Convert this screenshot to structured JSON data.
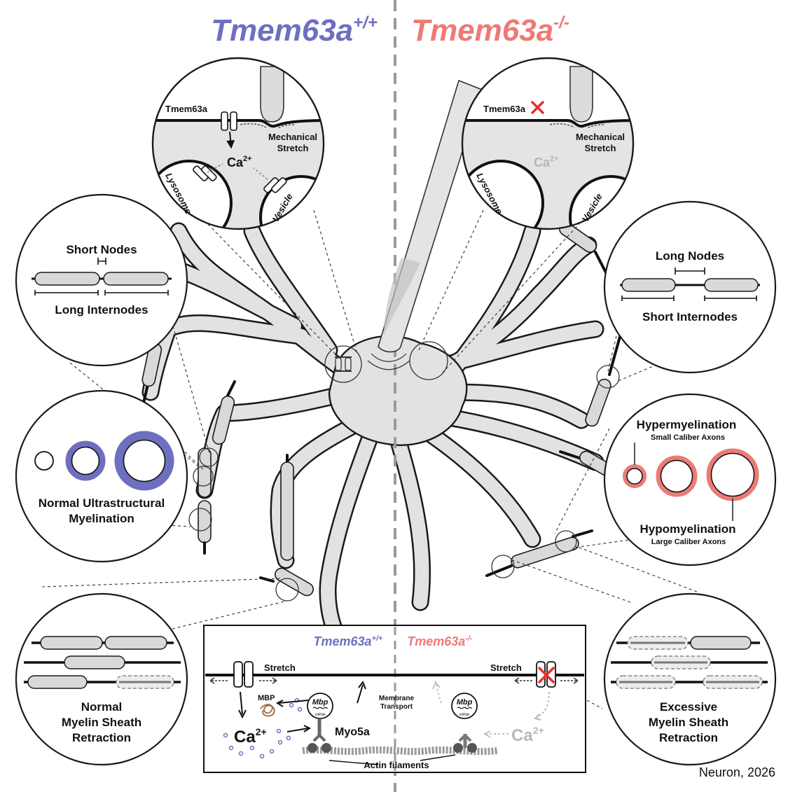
{
  "titles": {
    "left_gene": "Tmem63a",
    "left_genotype": "+/+",
    "right_gene": "Tmem63a",
    "right_genotype": "-/-"
  },
  "colors": {
    "wildtype": "#6e6fbf",
    "knockout": "#ec7b76",
    "cell_fill": "#e2e2e2",
    "outline": "#1a1a1a"
  },
  "top_left_inset": {
    "channel_label": "Tmem63a",
    "stretch_label_1": "Mechanical",
    "stretch_label_2": "Stretch",
    "ion": "Ca",
    "ion_charge": "2+",
    "organelle_1": "Lysosome",
    "organelle_2": "Vesicle"
  },
  "top_right_inset": {
    "channel_label": "Tmem63a",
    "deleted_icon": "red-x-icon",
    "stretch_label_1": "Mechanical",
    "stretch_label_2": "Stretch",
    "ion": "Ca",
    "ion_charge": "2+",
    "organelle_1": "Lysosome",
    "organelle_2": "Vesicle"
  },
  "nodes_left": {
    "top": "Short Nodes",
    "bottom": "Long Internodes"
  },
  "nodes_right": {
    "top": "Long Nodes",
    "bottom": "Short Internodes"
  },
  "ultrastructure_left": {
    "line1": "Normal Ultrastructural",
    "line2": "Myelination"
  },
  "ultrastructure_right": {
    "hyper": "Hypermyelination",
    "hyper_sub": "Small Caliber Axons",
    "hypo": "Hypomyelination",
    "hypo_sub": "Large Caliber Axons"
  },
  "retraction_left": {
    "line1": "Normal",
    "line2": "Myelin Sheath",
    "line3": "Retraction"
  },
  "retraction_right": {
    "line1": "Excessive",
    "line2": "Myelin Sheath",
    "line3": "Retraction"
  },
  "mechanism": {
    "wt_gene": "Tmem63a",
    "wt_genotype": "+/+",
    "ko_gene": "Tmem63a",
    "ko_genotype": "-/-",
    "stretch_left": "Stretch",
    "stretch_right": "Stretch",
    "protein": "MBP",
    "mrna": "Mbp",
    "mrna_sub": "mRNA",
    "transport_1": "Membrane",
    "transport_2": "Transport",
    "ion": "Ca",
    "ion_charge": "2+",
    "motor": "Myo5a",
    "filaments": "Actin filaments"
  },
  "citation": "Neuron, 2026"
}
